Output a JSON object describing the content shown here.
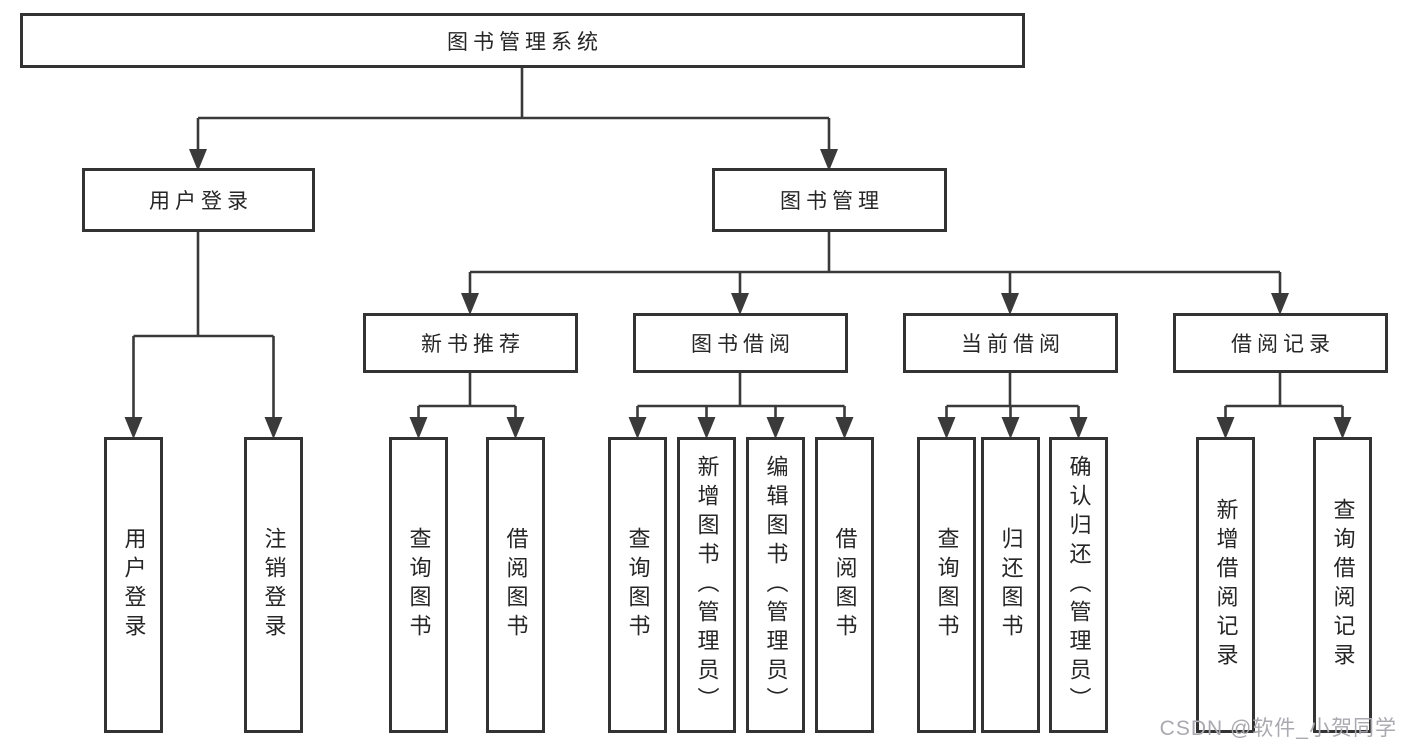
{
  "diagram": {
    "root": {
      "label": "图书管理系统",
      "children": [
        {
          "label": "用户登录",
          "children": [
            {
              "label": "用户登录"
            },
            {
              "label": "注销登录"
            }
          ]
        },
        {
          "label": "图书管理",
          "children": [
            {
              "label": "新书推荐",
              "children": [
                {
                  "label": "查询图书"
                },
                {
                  "label": "借阅图书"
                }
              ]
            },
            {
              "label": "图书借阅",
              "children": [
                {
                  "label": "查询图书"
                },
                {
                  "label": "新增图书（管理员）"
                },
                {
                  "label": "编辑图书（管理员）"
                },
                {
                  "label": "借阅图书"
                }
              ]
            },
            {
              "label": "当前借阅",
              "children": [
                {
                  "label": "查询图书"
                },
                {
                  "label": "归还图书"
                },
                {
                  "label": "确认归还（管理员）"
                }
              ]
            },
            {
              "label": "借阅记录",
              "children": [
                {
                  "label": "新增借阅记录"
                },
                {
                  "label": "查询借阅记录"
                }
              ]
            }
          ]
        }
      ]
    }
  },
  "watermark": {
    "text": "CSDN @软件_小贺同学"
  },
  "colors": {
    "line": "#3a3a3a",
    "box_border": "#333333",
    "text": "#262626",
    "watermark": "#a9a9b0",
    "background": "#ffffff"
  }
}
